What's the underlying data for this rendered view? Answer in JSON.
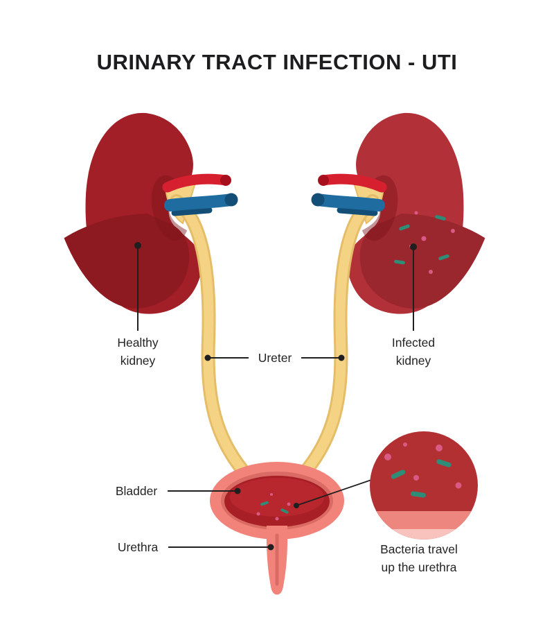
{
  "title": "URINARY TRACT INFECTION - UTI",
  "labels": {
    "healthy_kidney": "Healthy\nkidney",
    "ureter": "Ureter",
    "infected_kidney": "Infected\nkidney",
    "bladder": "Bladder",
    "urethra": "Urethra",
    "bacteria_note": "Bacteria travel\nup the urethra"
  },
  "colors": {
    "title-color": "#1d1d1f",
    "label-color": "#242424",
    "line-color": "#1f1f1f",
    "kidney-left": "#a31f27",
    "kidney-left-shade": "#8d1a20",
    "kidney-right": "#b23038",
    "kidney-right-shade": "#9a262e",
    "hilum-shade": "#7c151b",
    "artery-red": "#d7202f",
    "artery-tip": "#a80f1c",
    "vein-blue": "#1f6ca0",
    "vein-tip": "#134e77",
    "ureter-edge": "#e5bd68",
    "ureter-fill": "#f4d484",
    "bladder-outer": "#f2837b",
    "bladder-rim": "#d96b64",
    "bladder-inner": "#a82026",
    "bladder-inner-light": "#b8262e",
    "inset-red": "#b22f32",
    "inset-band": "#ee8680",
    "inset-band-light": "#f8c3bd",
    "bacteria-teal": "#2f8c77",
    "bacteria-pink": "#d95a84"
  }
}
